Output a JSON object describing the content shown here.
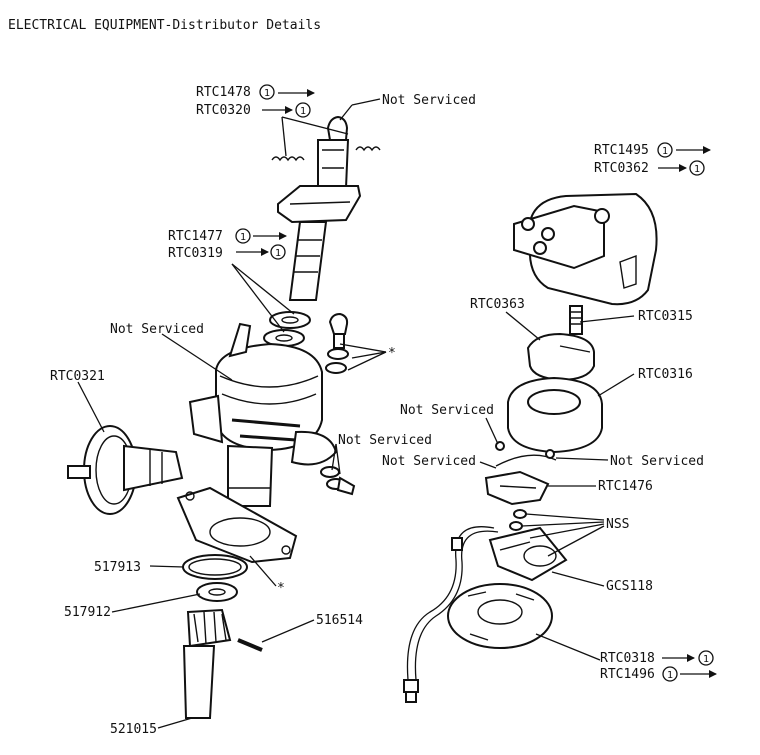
{
  "title": "ELECTRICAL EQUIPMENT-Distributor Details",
  "callout_marker": "1",
  "asterisk": "*",
  "labels": {
    "rtc1478": "RTC1478",
    "rtc0320": "RTC0320",
    "not_serviced_top": "Not Serviced",
    "rtc1477": "RTC1477",
    "rtc0319": "RTC0319",
    "not_serviced_body": "Not Serviced",
    "rtc0321": "RTC0321",
    "not_serviced_screw": "Not Serviced",
    "p517913": "517913",
    "p517912": "517912",
    "p516514": "516514",
    "p521015": "521015",
    "rtc1495": "RTC1495",
    "rtc0362": "RTC0362",
    "rtc0363": "RTC0363",
    "rtc0315": "RTC0315",
    "rtc0316": "RTC0316",
    "not_serviced_r1": "Not Serviced",
    "not_serviced_r2": "Not Serviced",
    "not_serviced_r3": "Not Serviced",
    "rtc1476": "RTC1476",
    "nss": "NSS",
    "gcs118": "GCS118",
    "rtc0318": "RTC0318",
    "rtc1496": "RTC1496"
  }
}
